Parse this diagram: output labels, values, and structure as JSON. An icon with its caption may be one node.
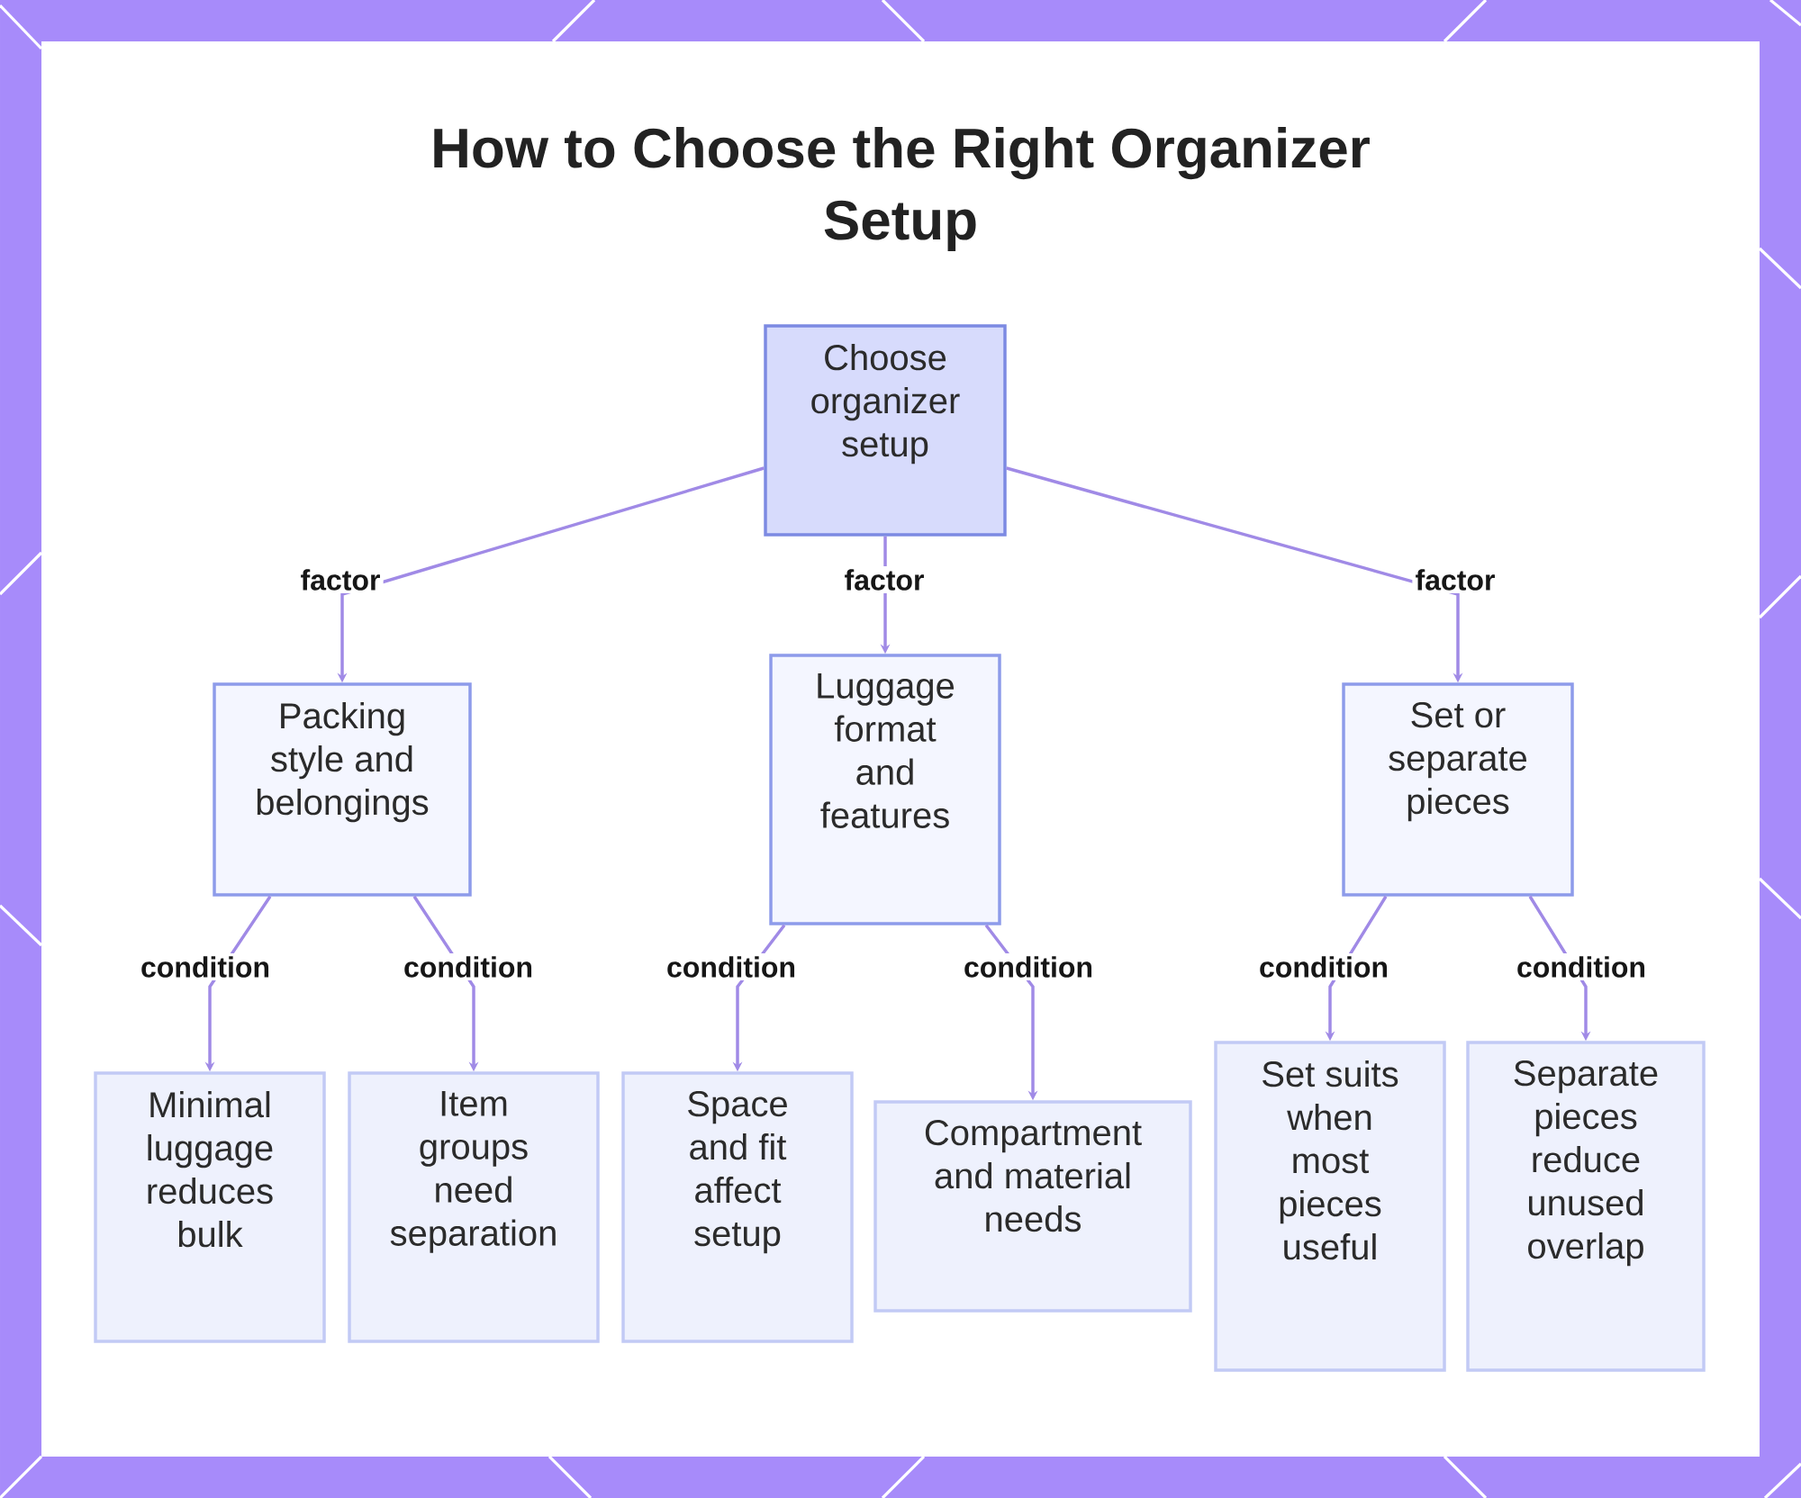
{
  "diagram": {
    "title": "How to Choose the Right Organizer Setup",
    "nodes": [
      {
        "text": [
          "Choose organizer setup"
        ]
      },
      {
        "text": [
          "Packing style and belongings"
        ]
      },
      {
        "text": [
          "Luggage format and features"
        ]
      },
      {
        "text": [
          "Set or separate pieces"
        ]
      },
      {
        "text": [
          "Minimal luggage reduces bulk"
        ]
      },
      {
        "text": [
          "Item groups need separation"
        ]
      },
      {
        "text": [
          "Space and fit affect setup"
        ]
      },
      {
        "text": [
          "Compartment and material needs"
        ]
      },
      {
        "text": [
          "Set suits when most pieces useful"
        ]
      },
      {
        "text": [
          "Separate pieces reduce unused overlap"
        ]
      }
    ],
    "edges": [
      {
        "from": 0,
        "to": 1,
        "arrow": "to",
        "label": "factor"
      },
      {
        "from": 0,
        "to": 2,
        "arrow": "to",
        "label": "factor"
      },
      {
        "from": 0,
        "to": 3,
        "arrow": "to",
        "label": "factor"
      },
      {
        "from": 1,
        "to": 4,
        "arrow": "to",
        "label": "condition"
      },
      {
        "from": 1,
        "to": 5,
        "arrow": "to",
        "label": "condition"
      },
      {
        "from": 2,
        "to": 6,
        "arrow": "to",
        "label": "condition"
      },
      {
        "from": 2,
        "to": 7,
        "arrow": "to",
        "label": "condition"
      },
      {
        "from": 3,
        "to": 8,
        "arrow": "to",
        "label": "condition"
      },
      {
        "from": 3,
        "to": 9,
        "arrow": "to",
        "label": "condition"
      }
    ]
  }
}
